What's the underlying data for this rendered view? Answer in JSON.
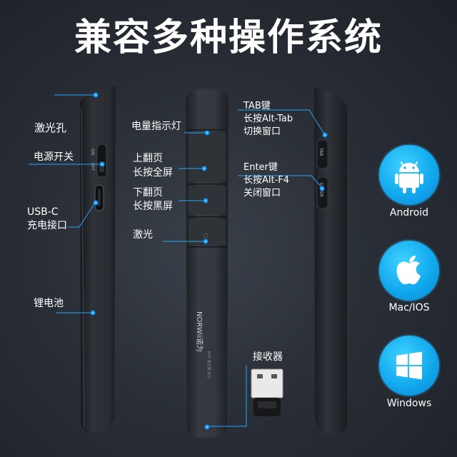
{
  "title": "兼容多种操作系统",
  "left_labels": {
    "laser_hole": "激光孔",
    "power_switch": "电源开关",
    "usb_line1": "USB-C",
    "usb_line2": "充电接口",
    "battery": "锂电池"
  },
  "center_labels": {
    "indicator": "电量指示灯",
    "page_up_line1": "上翻页",
    "page_up_line2": "长按全屏",
    "page_down_line1": "下翻页",
    "page_down_line2": "长按黑屏",
    "laser": "激光",
    "receiver": "接收器"
  },
  "right_labels": {
    "tab_line1": "TAB键",
    "tab_line2": "长按Alt-Tab",
    "tab_line3": "切换窗口",
    "enter_line1": "Enter键",
    "enter_line2": "长按Alt-F4",
    "enter_line3": "关闭窗口"
  },
  "device_text": {
    "switch_on": "ON",
    "switch_off": "OFF",
    "brand": "NORWii诺为",
    "model": "N75 激光笔 红光",
    "tab_key": "TAB",
    "enter_key": "ENTER"
  },
  "os": [
    {
      "name": "Android",
      "icon": "android-icon"
    },
    {
      "name": "Mac/IOS",
      "icon": "apple-icon"
    },
    {
      "name": "Windows",
      "icon": "windows-icon"
    }
  ],
  "colors": {
    "accent": "#1fa8ff",
    "os_badge": "#12a9ee",
    "text": "#ffffff",
    "device": "#2b2f35"
  }
}
